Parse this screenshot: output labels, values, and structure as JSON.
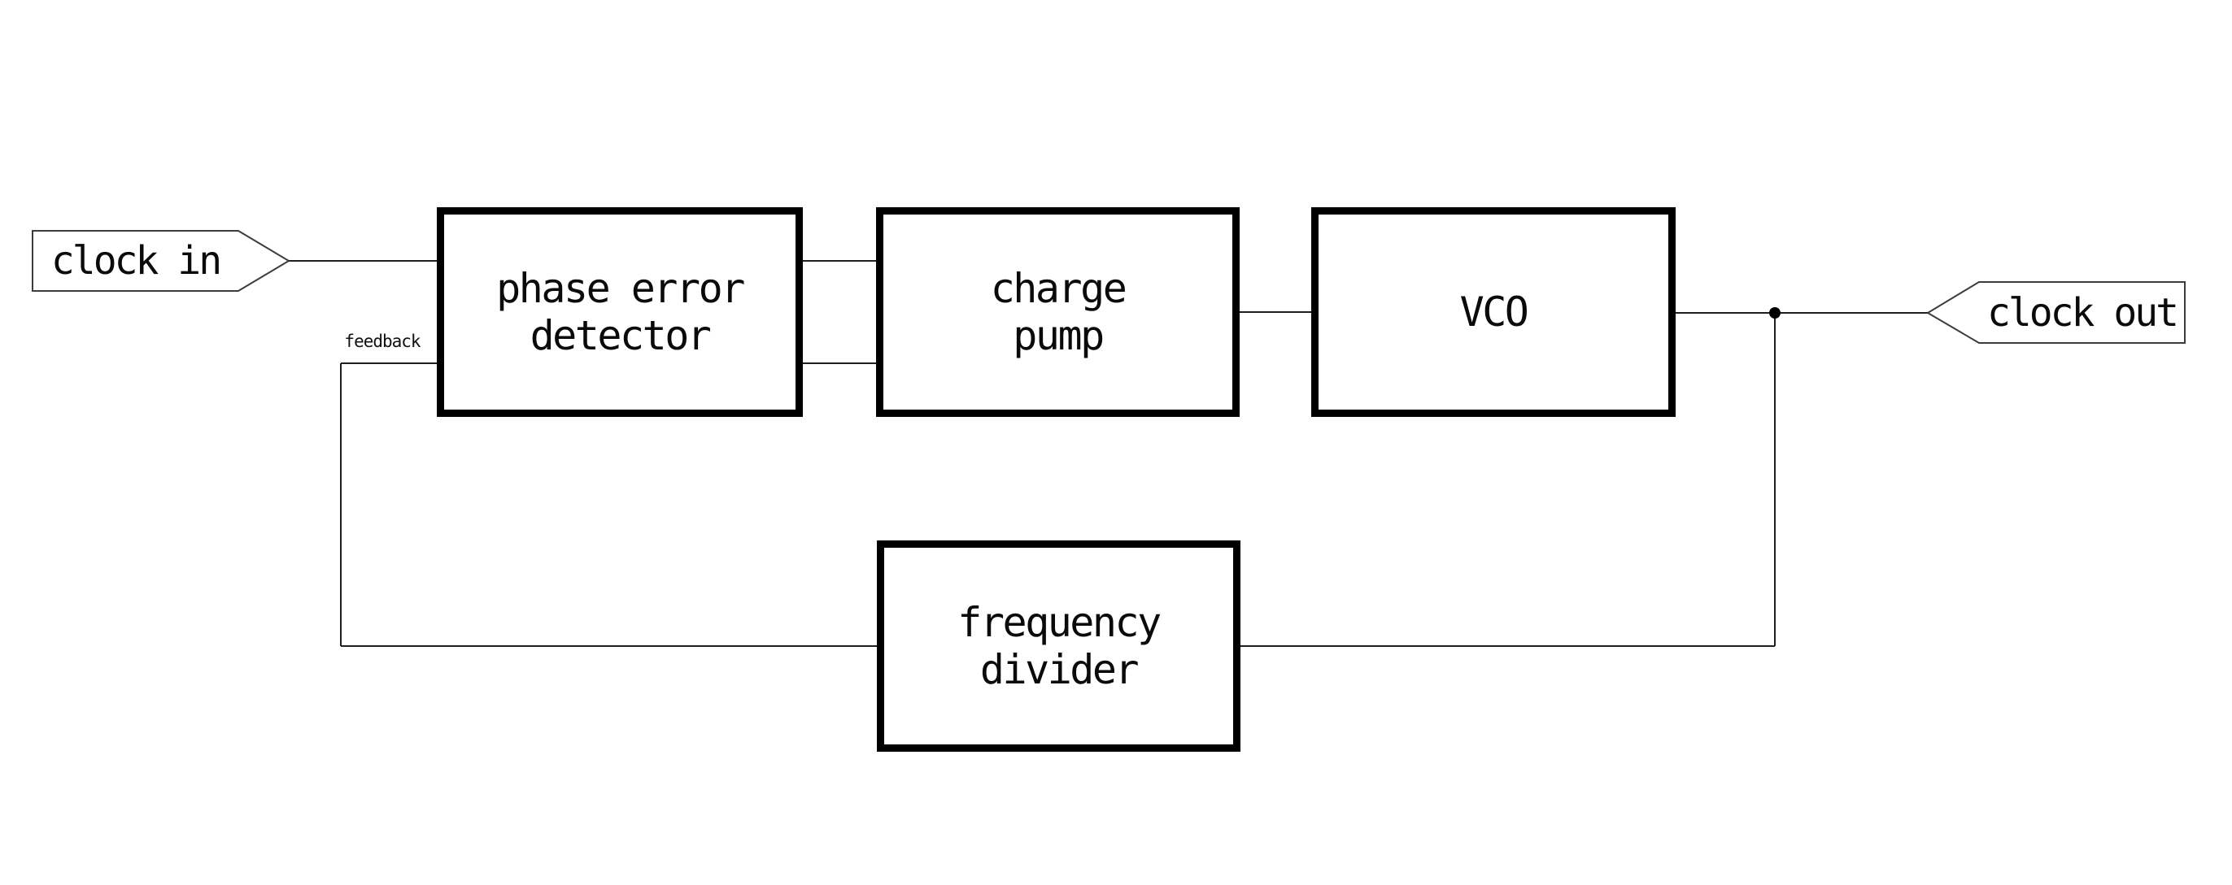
{
  "diagram": {
    "type": "block-diagram",
    "subject": "phase-locked loop",
    "colors": {
      "background": "#ffffff",
      "block_border": "#000000",
      "block_fill": "#ffffff",
      "wire": "#1f1f1f",
      "text": "#0a0a0a"
    },
    "blocks": [
      {
        "id": "phase-error-detector",
        "label": "phase error\ndetector"
      },
      {
        "id": "charge-pump",
        "label": "charge\npump"
      },
      {
        "id": "vco",
        "label": "VCO"
      },
      {
        "id": "frequency-divider",
        "label": "frequency\ndivider"
      }
    ],
    "ports": [
      {
        "id": "clock-in",
        "label": "clock in",
        "shape": "pentagon-tag-right"
      },
      {
        "id": "clock-out",
        "label": "clock out",
        "shape": "pentagon-tag-left"
      }
    ],
    "wire_labels": [
      {
        "id": "feedback",
        "label": "feedback"
      }
    ],
    "connections": [
      {
        "from": "clock-in",
        "to": "phase-error-detector"
      },
      {
        "from": "phase-error-detector",
        "to": "charge-pump",
        "note": "two parallel lines"
      },
      {
        "from": "charge-pump",
        "to": "vco"
      },
      {
        "from": "vco",
        "to": "clock-out",
        "note": "junction dot on line"
      },
      {
        "from": "vco-output-junction",
        "to": "frequency-divider"
      },
      {
        "from": "frequency-divider",
        "to": "phase-error-detector",
        "note": "feedback"
      }
    ]
  }
}
